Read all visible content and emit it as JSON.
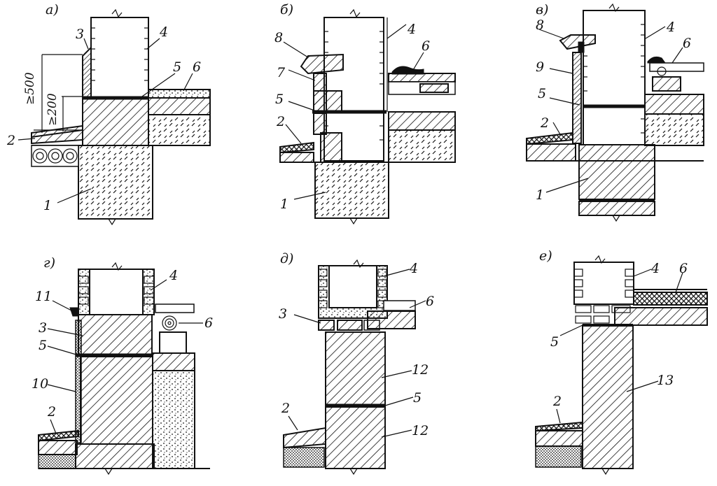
{
  "panels": [
    {
      "id": "a",
      "letter": "а)",
      "labels": {
        "n1": "1",
        "n2": "2",
        "n3": "3",
        "n4": "4",
        "n5": "5",
        "n6": "6"
      },
      "dims": {
        "d500": "≥500",
        "d200": "≥200"
      }
    },
    {
      "id": "b",
      "letter": "б)",
      "labels": {
        "n1": "1",
        "n2": "2",
        "n4": "4",
        "n5": "5",
        "n6": "6",
        "n7": "7",
        "n8": "8"
      }
    },
    {
      "id": "v",
      "letter": "в)",
      "labels": {
        "n1": "1",
        "n2": "2",
        "n4": "4",
        "n5": "5",
        "n6": "6",
        "n8": "8",
        "n9": "9"
      }
    },
    {
      "id": "g",
      "letter": "г)",
      "labels": {
        "n2": "2",
        "n3": "3",
        "n4": "4",
        "n5": "5",
        "n6": "6",
        "n10": "10",
        "n11": "11"
      }
    },
    {
      "id": "d",
      "letter": "д)",
      "labels": {
        "n2": "2",
        "n3": "3",
        "n4": "4",
        "n5": "5",
        "n6": "6",
        "n12a": "12",
        "n12b": "12"
      }
    },
    {
      "id": "e",
      "letter": "е)",
      "labels": {
        "n2": "2",
        "n4": "4",
        "n5": "5",
        "n6": "6",
        "n13": "13"
      }
    }
  ]
}
